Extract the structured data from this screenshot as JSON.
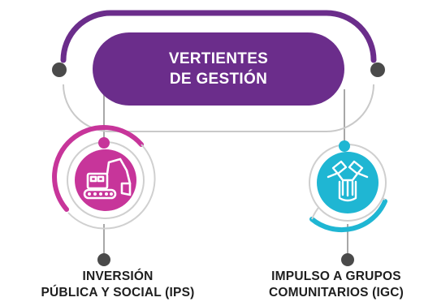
{
  "title": {
    "line1": "VERTIENTES",
    "line2": "DE GESTIÓN"
  },
  "branches": [
    {
      "key": "ips",
      "label_line1": "INVERSIÓN",
      "label_line2": "PÚBLICA Y SOCIAL (IPS)",
      "icon": "excavator-icon",
      "color": "#c7359a"
    },
    {
      "key": "igc",
      "label_line1": "IMPULSO A GRUPOS",
      "label_line2": "COMUNITARIOS (IGC)",
      "icon": "joined-hands-icon",
      "color": "#1fb6d3"
    }
  ],
  "colors": {
    "purple": "#6b2d8b",
    "connector_gray": "#9a9a9a",
    "dot": "#4a4a4a",
    "text": "#1e1e1e"
  }
}
